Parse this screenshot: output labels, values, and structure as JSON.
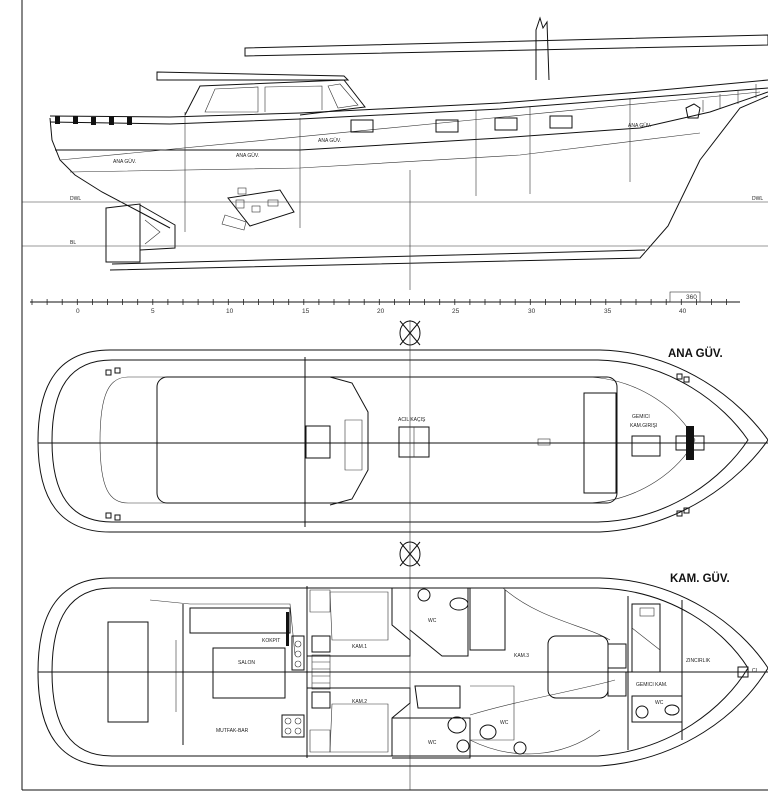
{
  "profile": {
    "deck_label_upper": "ANA GÜV.",
    "deck_label_mid": "ANA GÜV.",
    "deck_label_lower": "ANA GÜV.",
    "deck_label_fwd": "ANA GÜV.",
    "dwl_left": "DWL",
    "dwl_right": "DWL",
    "bl_left": "BL",
    "scale_tag": "360"
  },
  "scale": {
    "ticks": [
      "0",
      "5",
      "10",
      "15",
      "20",
      "25",
      "30",
      "35",
      "40"
    ]
  },
  "main_deck": {
    "title": "ANA GÜV.",
    "hatch_label": "ACIL KAÇIŞ",
    "crew_label_1": "GEMICI",
    "crew_label_2": "KAM.GIRIŞI"
  },
  "lower_deck": {
    "title": "KAM. GÜV.",
    "rooms": {
      "cockpit": "KOKPIT",
      "saloon": "SALON",
      "galley_bar": "MUTFAK-BAR",
      "cabin_1": "KAM.1",
      "cabin_2": "KAM.2",
      "cabin_3": "KAM.3",
      "wc_1": "WC",
      "wc_2": "WC",
      "wc_3": "WC",
      "wc_4": "WC",
      "crew_cabin": "GEMICI KAM.",
      "chain_locker": "ZINCIRLIK",
      "centerline": "CL"
    }
  }
}
